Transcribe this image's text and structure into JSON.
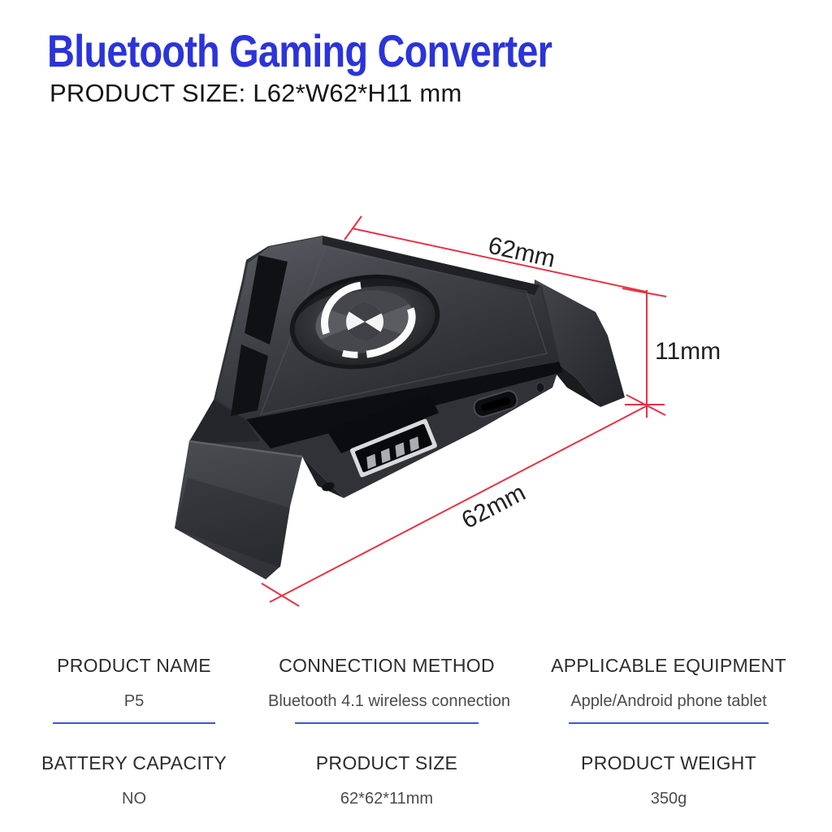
{
  "header": {
    "title": "Bluetooth Gaming Converter",
    "title_color": "#2a34da",
    "subtitle": "PRODUCT SIZE: L62*W62*H11 mm"
  },
  "diagram": {
    "device_description": "black triangular bluetooth gaming converter with fan vent, USB-A port and micro-USB port",
    "dim_top": "62mm",
    "dim_height": "11mm",
    "dim_bottom": "62mm",
    "dimension_line_color": "#e43344",
    "dimension_text_color": "#212121"
  },
  "spec_table": {
    "underline_color": "#3e56d4",
    "cells": [
      {
        "label": "PRODUCT NAME",
        "value": "P5"
      },
      {
        "label": "CONNECTION METHOD",
        "value": "Bluetooth 4.1 wireless connection"
      },
      {
        "label": "APPLICABLE EQUIPMENT",
        "value": "Apple/Android phone tablet"
      },
      {
        "label": "BATTERY CAPACITY",
        "value": "NO"
      },
      {
        "label": "PRODUCT SIZE",
        "value": "62*62*11mm"
      },
      {
        "label": "PRODUCT WEIGHT",
        "value": "350g"
      }
    ]
  }
}
